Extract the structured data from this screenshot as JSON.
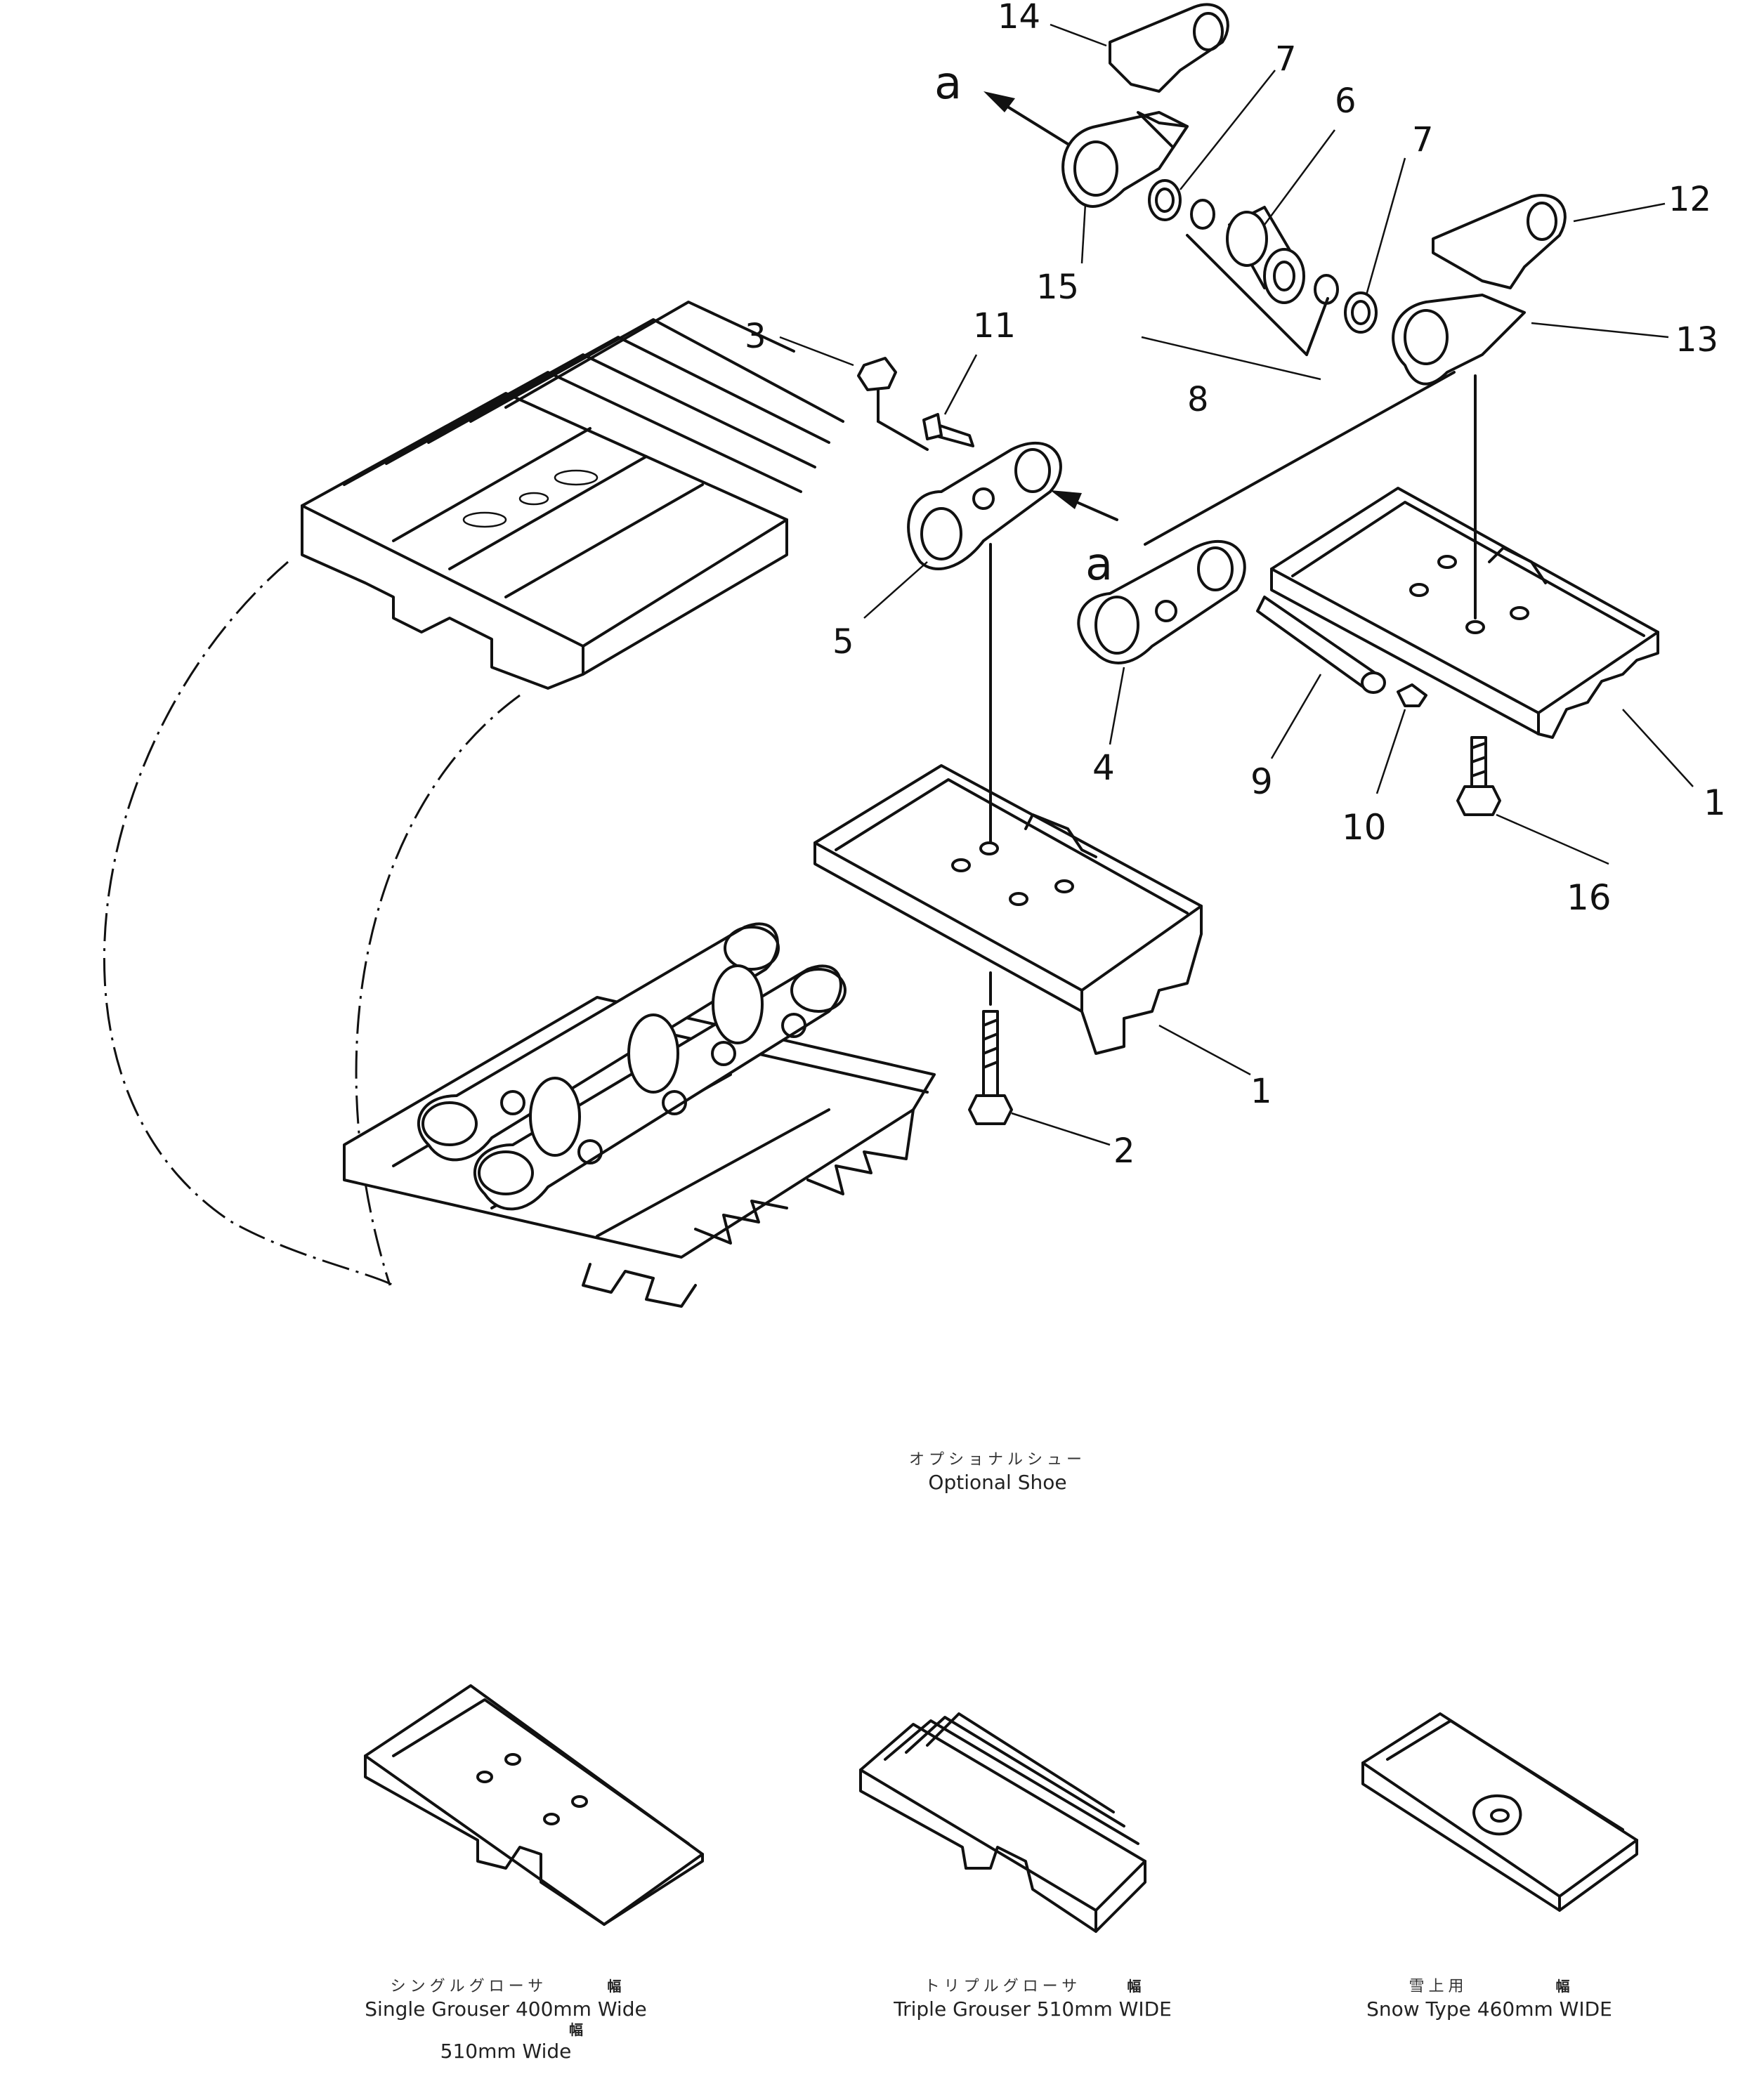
{
  "callouts": {
    "c1a": "1",
    "c1b": "1",
    "c2": "2",
    "c3": "3",
    "c4": "4",
    "c5": "5",
    "c6": "6",
    "c7a": "7",
    "c7b": "7",
    "c8": "8",
    "c9": "9",
    "c10": "10",
    "c11": "11",
    "c12": "12",
    "c13": "13",
    "c14": "14",
    "c15": "15",
    "c16": "16",
    "a_top": "a",
    "a_mid": "a"
  },
  "optional": {
    "jp": "オプショナルシュー",
    "en": "Optional Shoe"
  },
  "shoes": [
    {
      "jp": "シングルグローサ",
      "mark": "幅",
      "en": "Single Grouser 400mm Wide",
      "mark2": "幅",
      "en2": "510mm Wide"
    },
    {
      "jp": "トリプルグローサ",
      "mark": "幅",
      "en": "Triple Grouser 510mm WIDE"
    },
    {
      "jp": "雪上用",
      "mark": "幅",
      "en": "Snow Type 460mm WIDE"
    }
  ]
}
